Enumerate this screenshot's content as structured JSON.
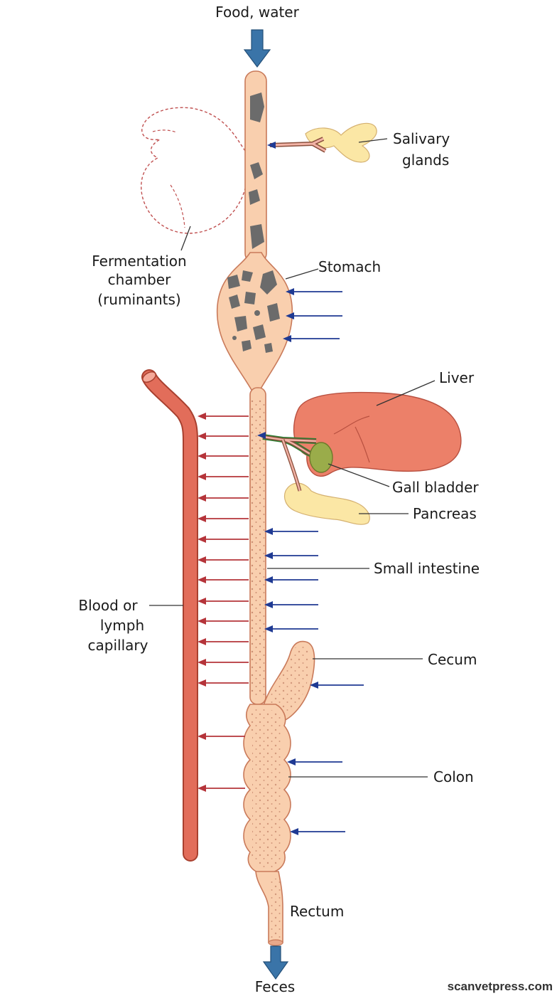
{
  "labels": {
    "food_water": "Food, water",
    "salivary_1": "Salivary",
    "salivary_2": "glands",
    "fermentation_1": "Fermentation",
    "fermentation_2": "chamber",
    "fermentation_3": "(ruminants)",
    "stomach": "Stomach",
    "liver": "Liver",
    "gall_bladder": "Gall bladder",
    "pancreas": "Pancreas",
    "small_intestine": "Small intestine",
    "blood_1": "Blood or",
    "blood_2": "lymph",
    "blood_3": "capillary",
    "cecum": "Cecum",
    "colon": "Colon",
    "rectum": "Rectum",
    "feces": "Feces"
  },
  "credit": "scanvetpress.com",
  "colors": {
    "tract_fill": "#f9cfae",
    "tract_stroke": "#c97a5a",
    "food_particle": "#6b6b6b",
    "capillary": "#e26d5a",
    "liver": "#ec8069",
    "gland": "#fbe7a5",
    "gall_bladder": "#9aac4a",
    "absorption_arrow": "#b5343a",
    "secretion_arrow": "#1f3a93",
    "flow_arrow": "#3a74a8"
  }
}
